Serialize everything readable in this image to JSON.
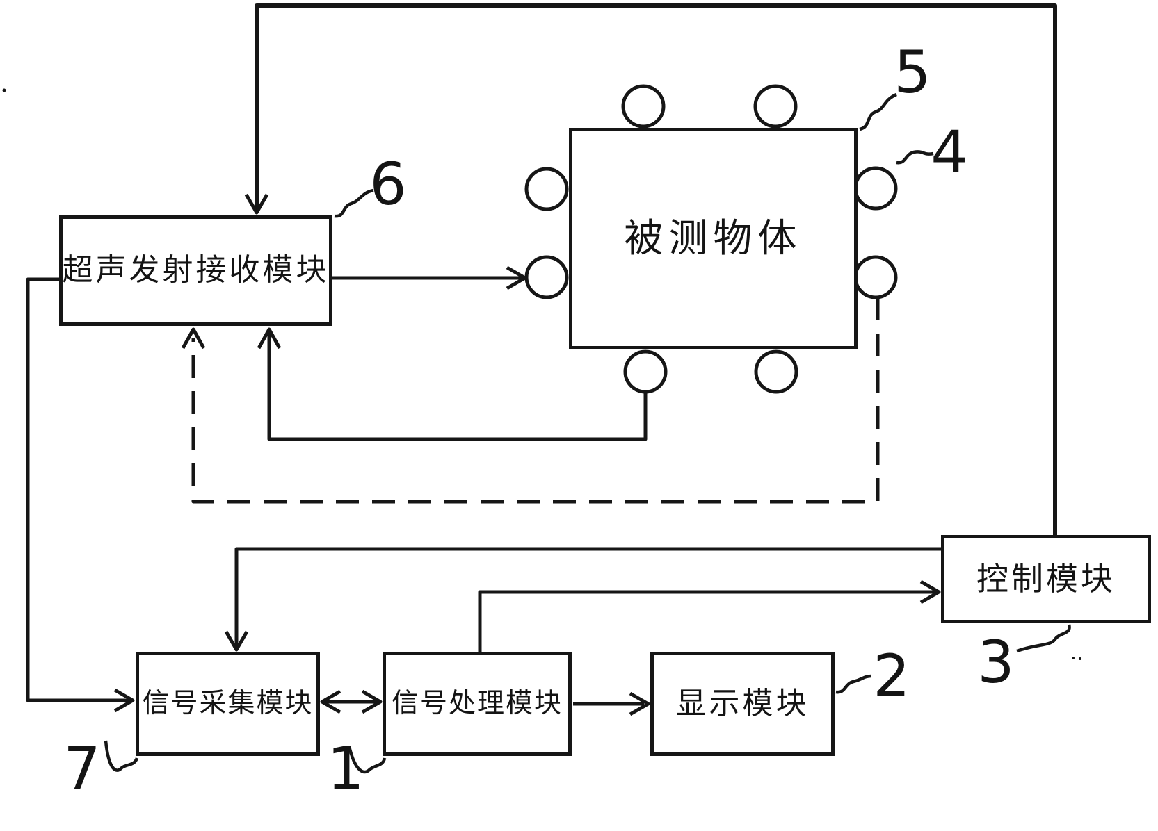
{
  "figure": {
    "kind": "block-diagram",
    "colors": {
      "ink": "#161616",
      "paper": "#ffffff"
    },
    "boxes": {
      "ultrasonic": {
        "label": "超声发射接收模块"
      },
      "object": {
        "label": "被测物体"
      },
      "control": {
        "label": "控制模块"
      },
      "acquisition": {
        "label": "信号采集模块"
      },
      "processing": {
        "label": "信号处理模块"
      },
      "display": {
        "label": "显示模块"
      }
    },
    "refs": {
      "r1": "1",
      "r2": "2",
      "r3": "3",
      "r4": "4",
      "r5": "5",
      "r6": "6",
      "r7": "7"
    }
  }
}
